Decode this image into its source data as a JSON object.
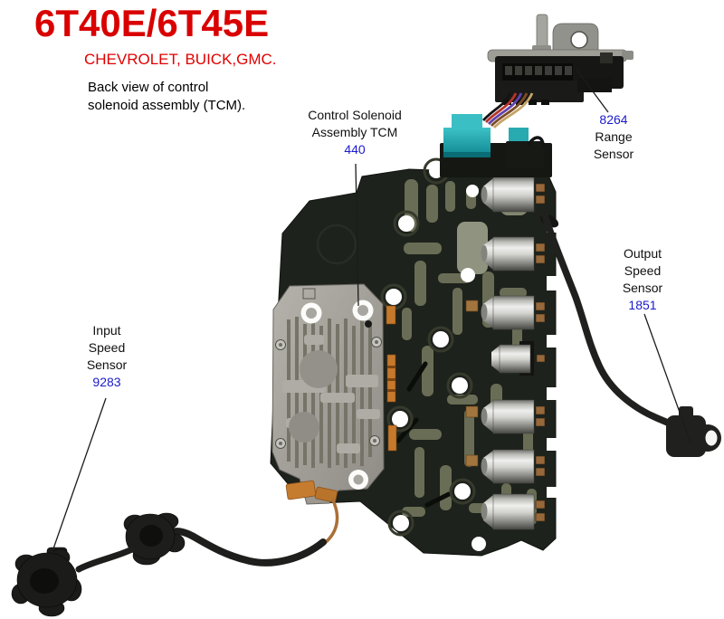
{
  "header": {
    "title": "6T40E/6T45E",
    "subtitle": "CHEVROLET, BUICK,GMC.",
    "description": [
      "Back view of control",
      "solenoid assembly (TCM)."
    ]
  },
  "callouts": {
    "control_solenoid": {
      "lines": [
        "Control Solenoid",
        "Assembly TCM"
      ],
      "part_number": "440"
    },
    "range_sensor": {
      "part_number": "8264",
      "lines": [
        "Range",
        "Sensor"
      ]
    },
    "output_speed_sensor": {
      "lines": [
        "Output",
        "Speed",
        "Sensor"
      ],
      "part_number": "1851"
    },
    "input_speed_sensor": {
      "lines": [
        "Input",
        "Speed",
        "Sensor"
      ],
      "part_number": "9283"
    }
  },
  "colors": {
    "title_red": "#d90000",
    "part_number_blue": "#1a1acc",
    "label_black": "#101010",
    "connector_teal": "#1f9ea6",
    "body_dark": "#1d221c",
    "channel_olive": "#696d55",
    "plate_silver": "#a19f97",
    "flex_orange": "#c5792c"
  }
}
